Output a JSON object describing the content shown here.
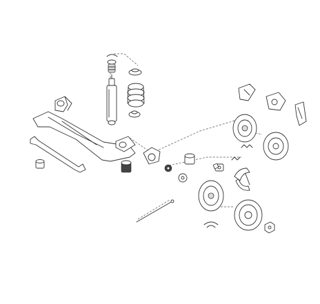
{
  "diagram": {
    "type": "exploded-view",
    "subject": "rear-axle-suspension-and-brake-assembly",
    "text_labels": [],
    "parts": [
      "top-mount-cap",
      "bump-stop",
      "shock-absorber",
      "coil-boot-bellows",
      "spring-seat-upper",
      "spring-seat-lower",
      "rear-axle-beam",
      "axle-side-bracket",
      "panhard-rod",
      "panhard-bush",
      "beam-bush",
      "trailing-arm-mount",
      "stub-axle-left",
      "hub-bearing",
      "dust-cap",
      "brake-backing-plate",
      "brake-disc",
      "wheel-cylinder",
      "caliper-bracket",
      "caliper",
      "brake-pads",
      "brake-shoes",
      "brake-drum",
      "handbrake-cable",
      "retaining-clip",
      "wheel-nut",
      "adjuster-spring"
    ]
  }
}
